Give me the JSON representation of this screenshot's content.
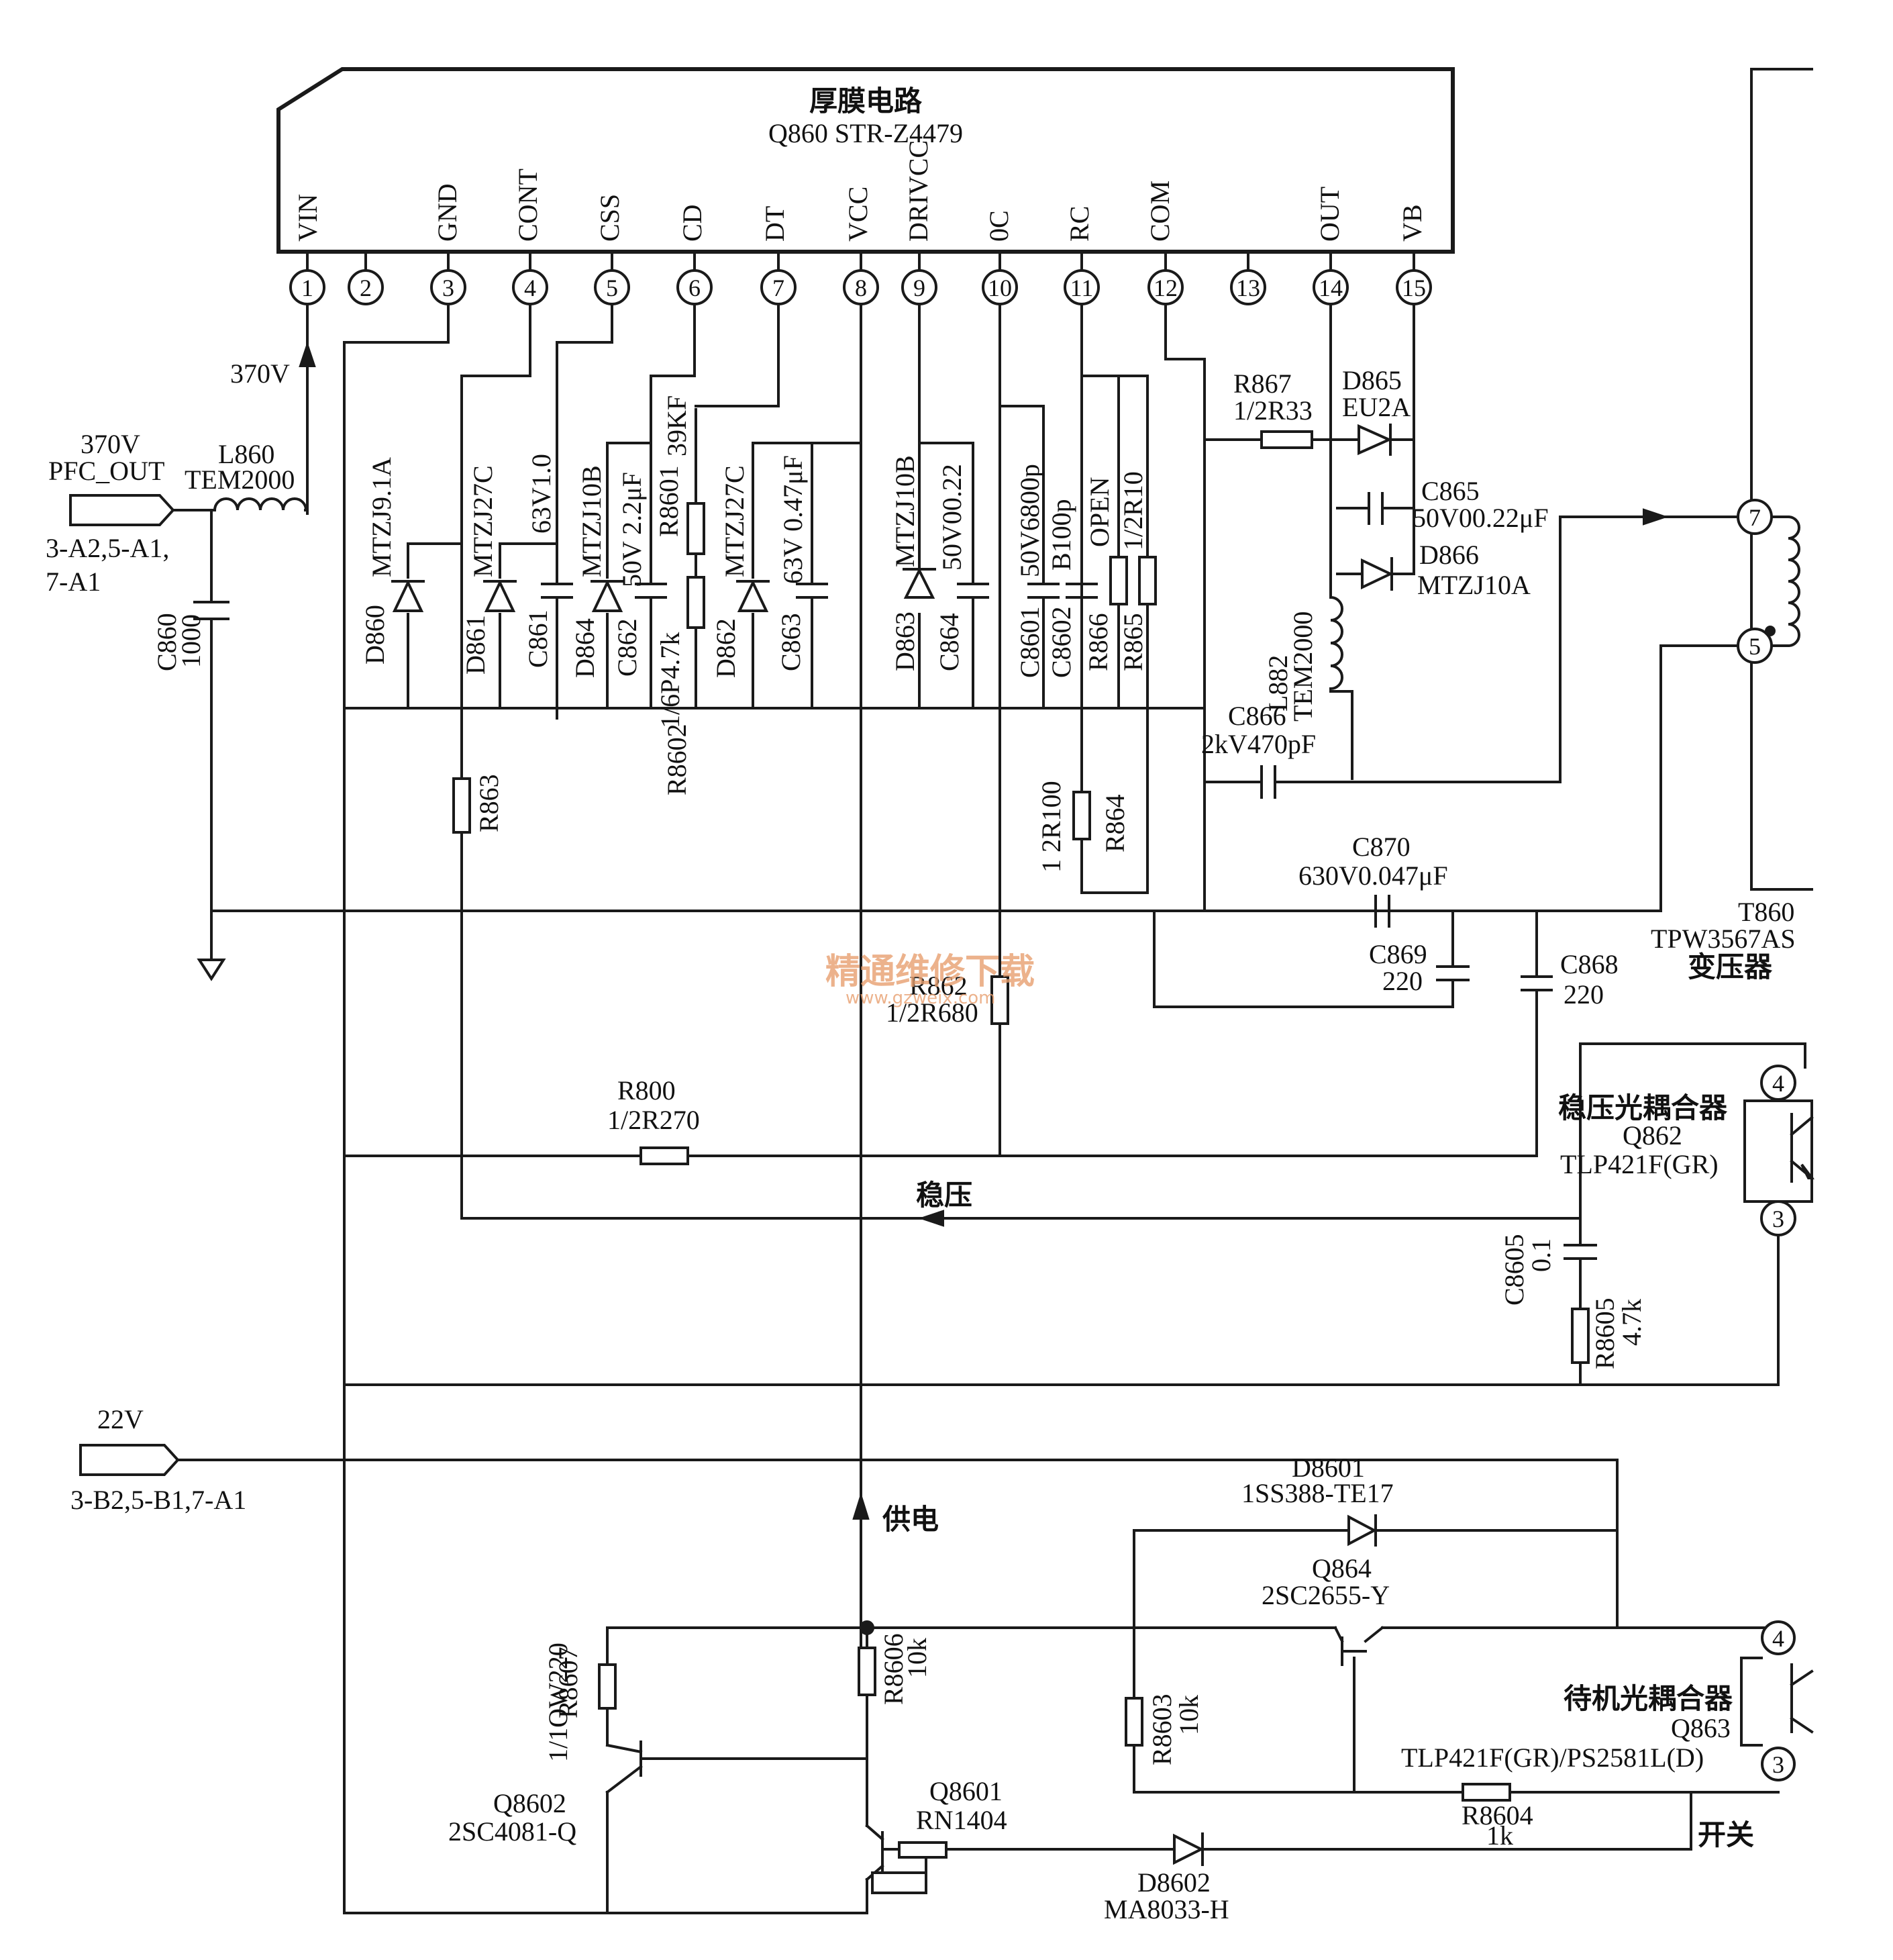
{
  "ic": {
    "title": "厚膜电路",
    "part": "Q860 STR-Z4479",
    "pins": [
      {
        "num": "1",
        "name": "VIN"
      },
      {
        "num": "2",
        "name": ""
      },
      {
        "num": "3",
        "name": "GND"
      },
      {
        "num": "4",
        "name": "CONT"
      },
      {
        "num": "5",
        "name": "CSS"
      },
      {
        "num": "6",
        "name": "CD"
      },
      {
        "num": "7",
        "name": "DT"
      },
      {
        "num": "8",
        "name": "VCC"
      },
      {
        "num": "9",
        "name": "DRIVCC"
      },
      {
        "num": "10",
        "name": "0C"
      },
      {
        "num": "11",
        "name": "RC"
      },
      {
        "num": "12",
        "name": "COM"
      },
      {
        "num": "13",
        "name": ""
      },
      {
        "num": "14",
        "name": "OUT"
      },
      {
        "num": "15",
        "name": "VB"
      }
    ]
  },
  "inputs": {
    "pfc": {
      "voltage": "370V",
      "name": "PFC_OUT",
      "ref1": "3-A2,5-A1,",
      "ref2": "7-A1"
    },
    "v370_arrow": "370V",
    "v22": {
      "voltage": "22V",
      "ref": "3-B2,5-B1,7-A1"
    }
  },
  "components": {
    "L860": {
      "ref": "L860",
      "value": "TEM2000"
    },
    "C860": {
      "ref": "C860",
      "value": "1000"
    },
    "D860": {
      "ref": "D860",
      "value": "MTZJ9.1A"
    },
    "D861": {
      "ref": "D861",
      "value": "MTZJ27C"
    },
    "C861": {
      "ref": "C861",
      "value": "63V1.0"
    },
    "D864": {
      "ref": "D864",
      "value": "MTZJ10B"
    },
    "C862": {
      "ref": "C862",
      "value": "50V 2.2μF"
    },
    "R8601": {
      "ref": "R8601",
      "value": "39KF"
    },
    "R8602": {
      "ref": "R8602",
      "value": "1/6P4.7k"
    },
    "D862": {
      "ref": "D862",
      "value": "MTZJ27C"
    },
    "C863": {
      "ref": "C863",
      "value": "63V 0.47μF"
    },
    "D863": {
      "ref": "D863",
      "value": "MTZJ10B"
    },
    "C864": {
      "ref": "C864",
      "value": "50V00.22"
    },
    "C8601": {
      "ref": "C8601",
      "value": "50V6800p"
    },
    "C8602": {
      "ref": "C8602",
      "value": "B100p"
    },
    "R866": {
      "ref": "R866",
      "value": "OPEN"
    },
    "R865": {
      "ref": "R865",
      "value": "1/2R10"
    },
    "R867": {
      "ref": "R867",
      "value": "1/2R33"
    },
    "D865": {
      "ref": "D865",
      "value": "EU2A"
    },
    "C865": {
      "ref": "C865",
      "value": "50V00.22μF"
    },
    "D866": {
      "ref": "D866",
      "value": "MTZJ10A"
    },
    "L882": {
      "ref": "L882",
      "value": "TEM2000"
    },
    "C866": {
      "ref": "C866",
      "value": "2kV470pF"
    },
    "R863": {
      "ref": "R863",
      "value": ""
    },
    "R864": {
      "ref": "R864",
      "value": "1 2R100"
    },
    "C870": {
      "ref": "C870",
      "value": "630V0.047μF"
    },
    "C869": {
      "ref": "C869",
      "value": "220"
    },
    "C868": {
      "ref": "C868",
      "value": "220"
    },
    "R862": {
      "ref": "R862",
      "value": "1/2R680"
    },
    "R800": {
      "ref": "R800",
      "value": "1/2R270"
    },
    "C8605": {
      "ref": "C8605",
      "value": "0.1"
    },
    "R8605": {
      "ref": "R8605",
      "value": "4.7k"
    },
    "T860": {
      "ref": "T860",
      "value": "TPW3567AS",
      "desc": "变压器"
    },
    "Q862": {
      "desc": "稳压光耦合器",
      "ref": "Q862",
      "value": "TLP421F(GR)"
    },
    "D8601": {
      "ref": "D8601",
      "value": "1SS388-TE17"
    },
    "Q864": {
      "ref": "Q864",
      "value": "2SC2655-Y"
    },
    "R8607": {
      "ref": "R8607",
      "value": "1/1OW220"
    },
    "R8606": {
      "ref": "R8606",
      "value": "10k"
    },
    "R8603": {
      "ref": "R8603",
      "value": "10k"
    },
    "Q863": {
      "desc": "待机光耦合器",
      "ref": "Q863",
      "value": "TLP421F(GR)/PS2581L(D)"
    },
    "Q8602": {
      "ref": "Q8602",
      "value": "2SC4081-Q"
    },
    "Q8601": {
      "ref": "Q8601",
      "value": "RN1404"
    },
    "R8604": {
      "ref": "R8604",
      "value": "1k"
    },
    "D8602": {
      "ref": "D8602",
      "value": "MA8033-H"
    }
  },
  "transformer_pins": {
    "p7": "7",
    "p5": "5"
  },
  "opto_pins": {
    "p4": "4",
    "p3": "3"
  },
  "signals": {
    "regulation": "稳压",
    "supply": "供电",
    "switch": "开关"
  },
  "watermark": {
    "text": "精通维修下载",
    "url": "www.gzweix.com"
  }
}
